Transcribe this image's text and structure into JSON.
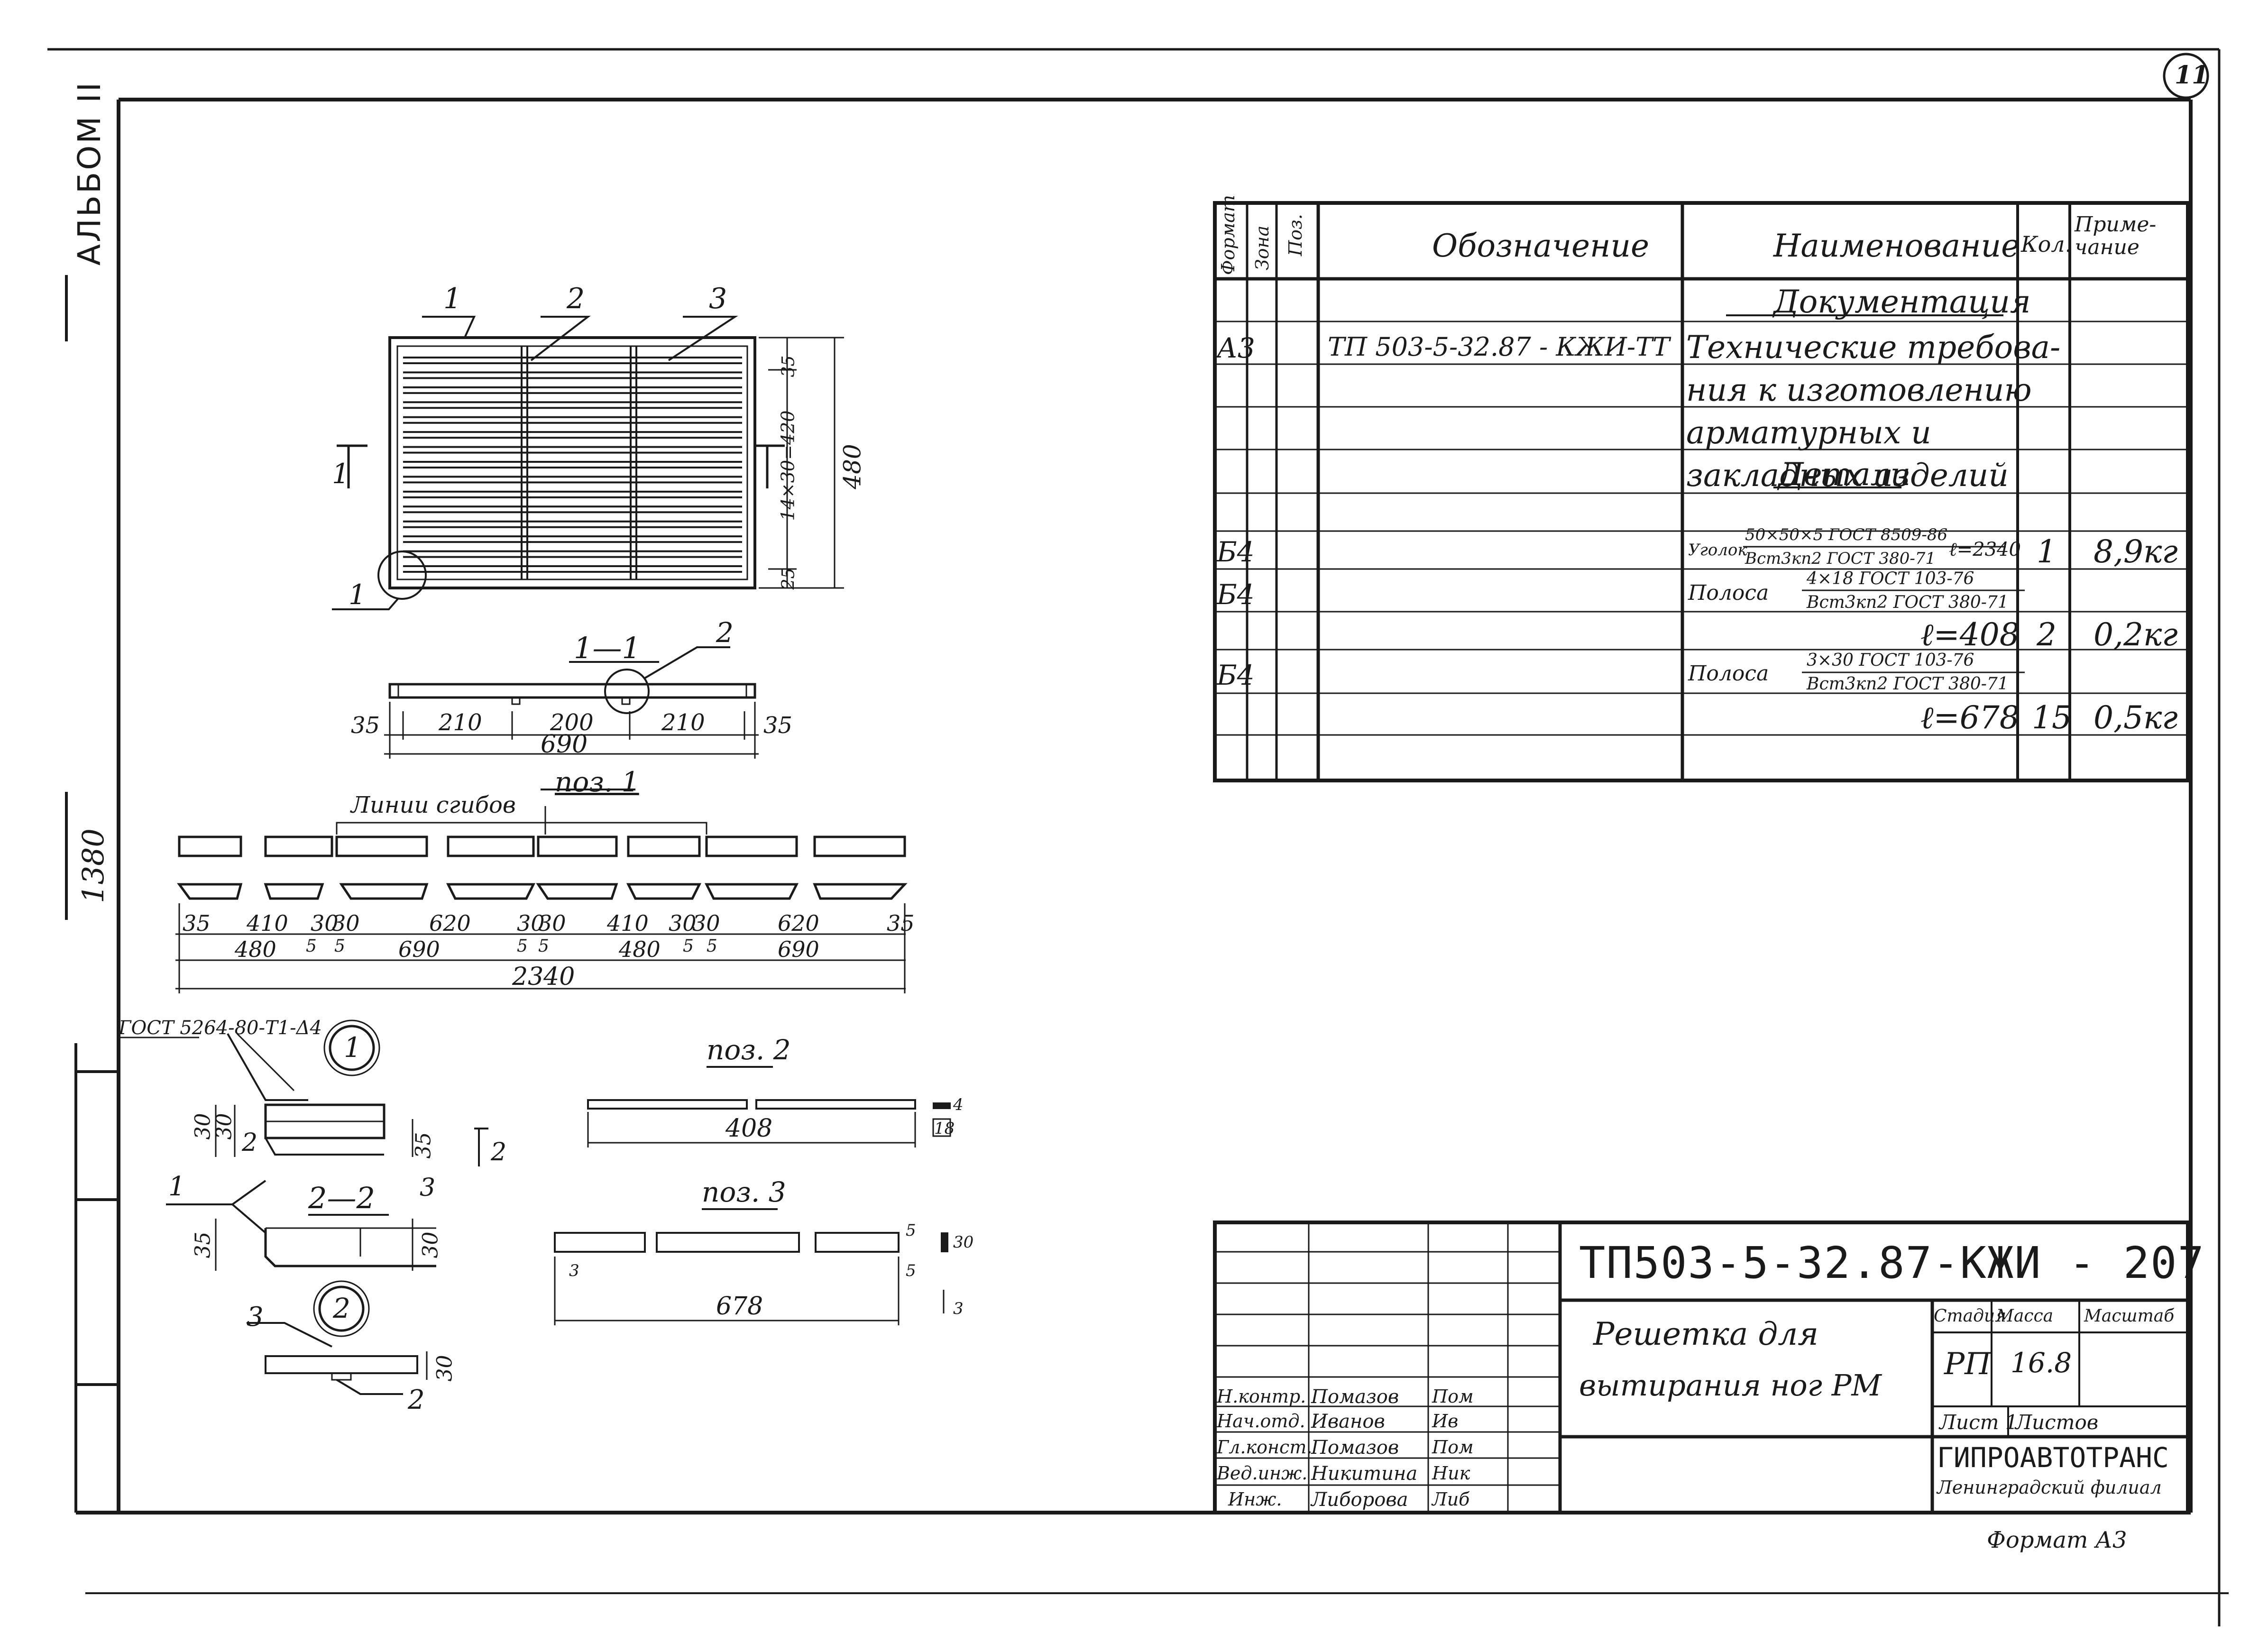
{
  "sheet": {
    "album": "АЛЬБОМ II",
    "page_number": "11",
    "side_number": "1380",
    "format": "Формат А3"
  },
  "spec_table": {
    "headers": {
      "format": "Формат",
      "zone": "Зона",
      "pos": "Поз.",
      "designation": "Обозначение",
      "name": "Наименование",
      "qty": "Кол.",
      "note": "Приме-чание"
    },
    "section_docs": "Документация",
    "doc_row": {
      "format": "А3",
      "designation": "ТП 503-5-32.87 -   КЖИ-ТТ",
      "name_lines": [
        "Технические требова-",
        "ния к изготовлению",
        "арматурных и",
        "закладных изделий"
      ]
    },
    "section_details": "Детали",
    "rows": [
      {
        "format": "Б4",
        "name_main": "Уголок",
        "name_top": "50×50×5 ГОСТ 8509-86",
        "name_bottom": "Вст3кп2 ГОСТ 380-71",
        "length": "ℓ=2340",
        "qty": "1",
        "note": "8,9кг"
      },
      {
        "format": "Б4",
        "name_main": "Полоса",
        "name_top": "4×18  ГОСТ 103-76",
        "name_bottom": "Вст3кп2 ГОСТ 380-71",
        "length": "ℓ=408",
        "qty": "2",
        "note": "0,2кг"
      },
      {
        "format": "Б4",
        "name_main": "Полоса",
        "name_top": "3×30  ГОСТ 103-76",
        "name_bottom": "Вст3кп2 ГОСТ 380-71",
        "length": "ℓ=678",
        "qty": "15",
        "note": "0,5кг"
      }
    ]
  },
  "title_block": {
    "code": "ТП503-5-32.87-КЖИ - 207",
    "title_line1": "Решетка  для",
    "title_line2": "вытирания  ног  РМ",
    "stage_label": "Стадия",
    "mass_label": "Масса",
    "scale_label": "Масштаб",
    "stage": "РП",
    "mass": "16.8",
    "sheet_label": "Лист 1",
    "sheets_label": "Листов",
    "org": "ГИПРОАВТОТРАНС",
    "branch": "Ленинградский филиал",
    "signatures": [
      {
        "role": "Н.контр.",
        "name": "Помазов",
        "sign": "Пом"
      },
      {
        "role": "Нач.отд.",
        "name": "Иванов",
        "sign": "Ив"
      },
      {
        "role": "Гл.конст.",
        "name": "Помазов",
        "sign": "Пом"
      },
      {
        "role": "Вед.инж.",
        "name": "Никитина",
        "sign": "Ник"
      },
      {
        "role": "Инж.",
        "name": "Либорова",
        "sign": "Либ"
      }
    ]
  },
  "plan_view": {
    "leader_1": "1",
    "leader_2": "2",
    "leader_3": "3",
    "section_mark": "1",
    "detail_mark": "1",
    "dim_top": "35",
    "dim_mid": "14×30=420",
    "dim_bottom": "25",
    "dim_total": "480"
  },
  "section_1_1": {
    "title": "1—1",
    "leader": "2",
    "dims": [
      "35",
      "210",
      "200",
      "210",
      "35"
    ],
    "total": "690"
  },
  "pos1": {
    "title": "поз. 1",
    "bend_label": "Линии сгибов",
    "dims_row1": [
      "35",
      "410",
      "30",
      "30",
      "620",
      "30",
      "30",
      "410",
      "30",
      "30",
      "620",
      "35"
    ],
    "dims_row2": [
      "480",
      "5",
      "5",
      "690",
      "5",
      "5",
      "480",
      "5",
      "5",
      "690"
    ],
    "total": "2340"
  },
  "detail_1": {
    "gost": "ГОСТ 5264-80-Т1-Δ4",
    "circle": "1",
    "dims": [
      "30",
      "30",
      "35",
      "35",
      "30"
    ],
    "leader_1": "1",
    "leader_3": "3",
    "section_title": "2—2",
    "section_mark": "2"
  },
  "detail_2": {
    "circle": "2",
    "leader_3": "3",
    "leader_2": "2",
    "dim": "30"
  },
  "pos2": {
    "title": "поз. 2",
    "length": "408",
    "dims": [
      "4",
      "18"
    ]
  },
  "pos3": {
    "title": "поз. 3",
    "length": "678",
    "dims": [
      "5",
      "5",
      "3",
      "30",
      "3"
    ]
  }
}
